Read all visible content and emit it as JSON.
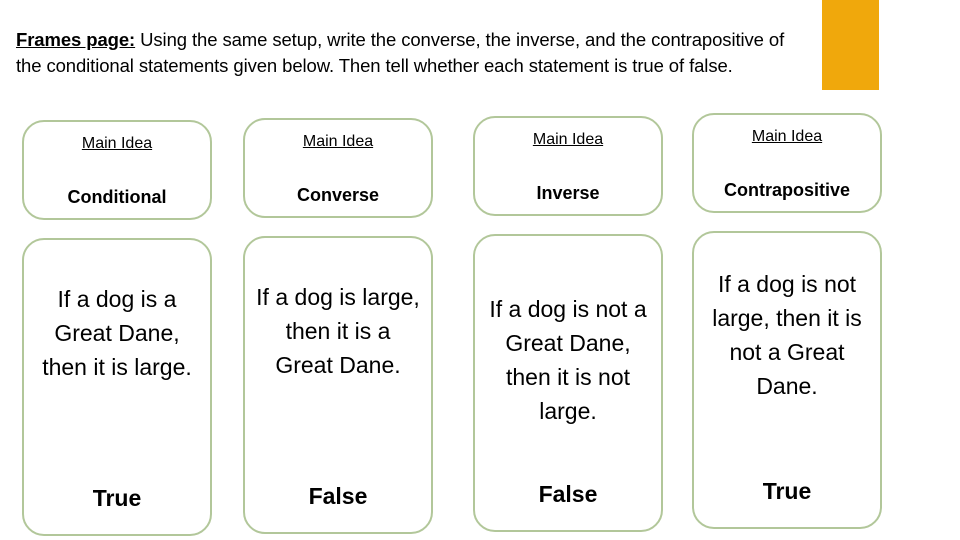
{
  "slide": {
    "accent_color": "#f0a80c",
    "card_border_color": "#b2c79a",
    "instruction": {
      "lead": "Frames page:",
      "body": " Using the same setup, write the converse, the inverse, and the contrapositive of the conditional statements given below. Then tell whether each statement is true of false."
    },
    "columns": [
      {
        "main_idea_label": "Main Idea",
        "type_label": "Conditional",
        "statement": "If a dog is a Great Dane, then it is large.",
        "verdict": "True"
      },
      {
        "main_idea_label": "Main Idea",
        "type_label": "Converse",
        "statement": "If a dog is large, then it is a Great Dane.",
        "verdict": "False"
      },
      {
        "main_idea_label": "Main Idea",
        "type_label": "Inverse",
        "statement": "If a dog is not a Great Dane, then it is not large.",
        "verdict": "False"
      },
      {
        "main_idea_label": "Main Idea",
        "type_label": "Contrapositive",
        "statement": "If a dog is not large, then it is not a Great Dane.",
        "verdict": "True"
      }
    ]
  }
}
